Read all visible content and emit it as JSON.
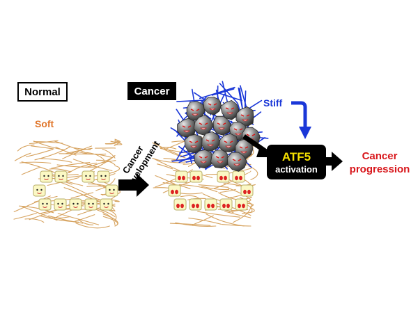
{
  "labels": {
    "normal": "Normal",
    "cancer": "Cancer",
    "soft": "Soft",
    "stiff": "Stiff",
    "development_line1": "Cancer",
    "development_line2": "development",
    "atf5": "ATF5",
    "activation": "activation",
    "outcome_line1": "Cancer",
    "outcome_line2": "progression"
  },
  "colors": {
    "fiber": "#d6a25e",
    "cell_fill": "#fbf8c4",
    "cell_stroke": "#b7ae6a",
    "cancer_cell": "#6a6a6a",
    "collagen_blue": "#1a37d8",
    "atf5_text": "#f5e000",
    "outcome_text": "#d8161b",
    "soft_text": "#e0762b"
  }
}
